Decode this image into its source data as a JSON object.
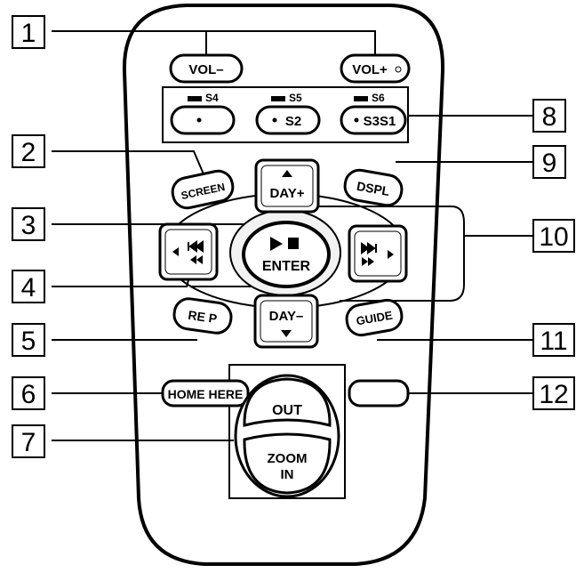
{
  "buttons": {
    "vol_minus": "VOL–",
    "vol_plus": "VOL+",
    "s4": "S4",
    "s5": "S5",
    "s6": "S6",
    "s2_label": "S2",
    "s3s1_label": "S3S1",
    "screen": "SCREEN",
    "day_plus": "DAY+",
    "dspl": "DSPL",
    "enter": "ENTER",
    "day_minus": "DAY–",
    "rep": "RE P",
    "guide": "GUIDE",
    "home_here": "HOME HERE",
    "out": "OUT",
    "zoom": "ZOOM",
    "in": "IN"
  },
  "callouts": [
    "1",
    "2",
    "3",
    "4",
    "5",
    "6",
    "7",
    "8",
    "9",
    "10",
    "11",
    "12"
  ]
}
